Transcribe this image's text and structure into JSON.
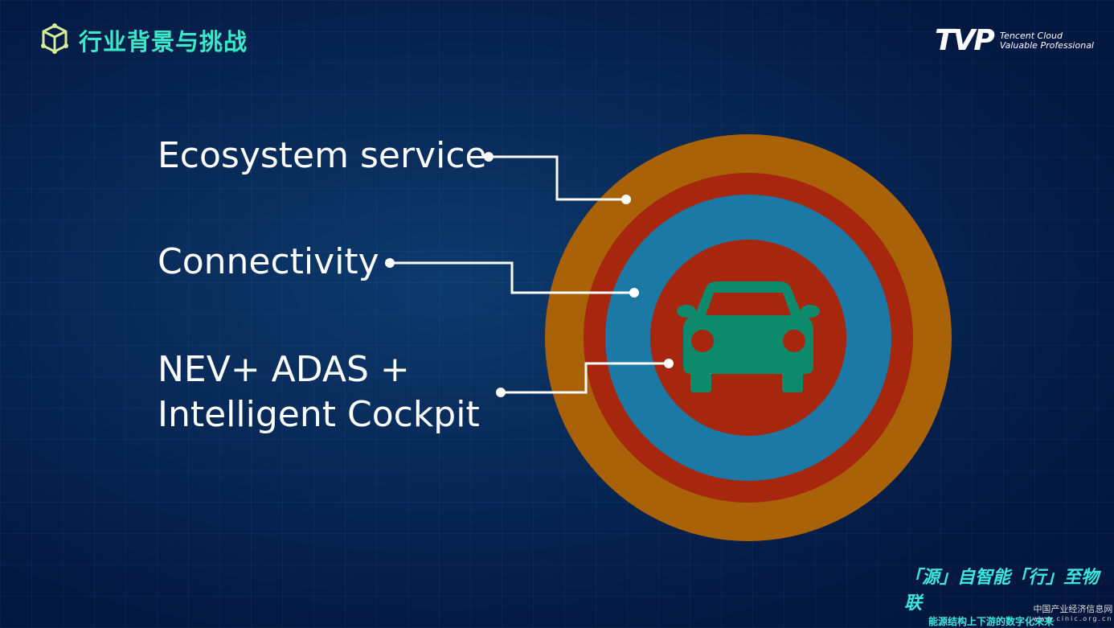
{
  "header": {
    "title": "行业背景与挑战",
    "logo_mark": "TVP",
    "logo_line1": "Tencent Cloud",
    "logo_line2": "Valuable Professional"
  },
  "diagram": {
    "labels": [
      {
        "text": "Ecosystem service"
      },
      {
        "text": "Connectivity"
      },
      {
        "text": "NEV+ ADAS +"
      },
      {
        "text": "Intelligent Cockpit"
      }
    ],
    "colors": {
      "outer": "#a96207",
      "ring_red": "#a6270d",
      "blue": "#1c78a5",
      "core": "#a6270d",
      "car": "#0d8a6c"
    }
  },
  "footer": {
    "slogan": "「源」自智能「行」至物联",
    "subtitle": "能源结构上下游的数字化未来",
    "watermark_cn": "中国产业经济信息网",
    "watermark_url": "www.cinic.org.cn"
  }
}
